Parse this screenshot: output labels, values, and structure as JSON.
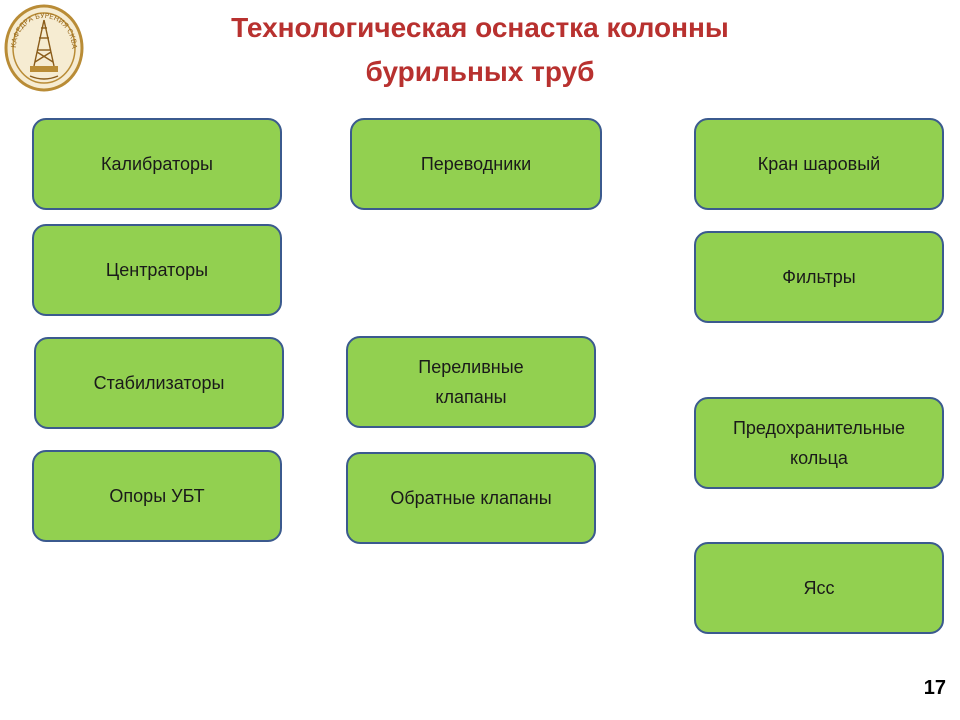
{
  "slide": {
    "title_line1": "Технологическая оснастка колонны",
    "title_line2": "бурильных труб",
    "page_number": "17"
  },
  "logo": {
    "text": "КАФЕДРА БУРЕНИЯ СКВАЖИН"
  },
  "boxes": {
    "calibrators": "Калибраторы",
    "adapters": "Переводники",
    "ball_valve": "Кран шаровый",
    "centralizers": "Центраторы",
    "filters": "Фильтры",
    "stabilizers": "Стабилизаторы",
    "overflow_valves": "Переливные\nклапаны",
    "safety_rings": "Предохранительные\nкольца",
    "ubt_supports": "Опоры УБТ",
    "check_valves": "Обратные клапаны",
    "jar": "Ясс"
  },
  "colors": {
    "box_fill": "#92d050",
    "box_border": "#3b5a8e",
    "title": "#b8312f",
    "logo": "#c8a04a"
  }
}
